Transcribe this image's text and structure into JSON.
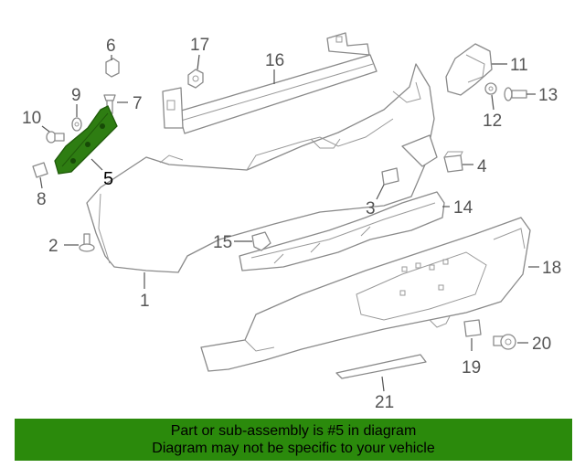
{
  "diagram": {
    "callouts": [
      "1",
      "2",
      "3",
      "4",
      "5",
      "6",
      "7",
      "8",
      "9",
      "10",
      "11",
      "12",
      "13",
      "14",
      "15",
      "16",
      "17",
      "18",
      "19",
      "20",
      "21"
    ],
    "highlighted_part": "5",
    "highlight_color": "#2e7d12"
  },
  "banner": {
    "line1": "Part or sub-assembly is #5 in diagram",
    "line2": "Diagram may not be specific to your vehicle",
    "background": "#2b8a0c"
  }
}
